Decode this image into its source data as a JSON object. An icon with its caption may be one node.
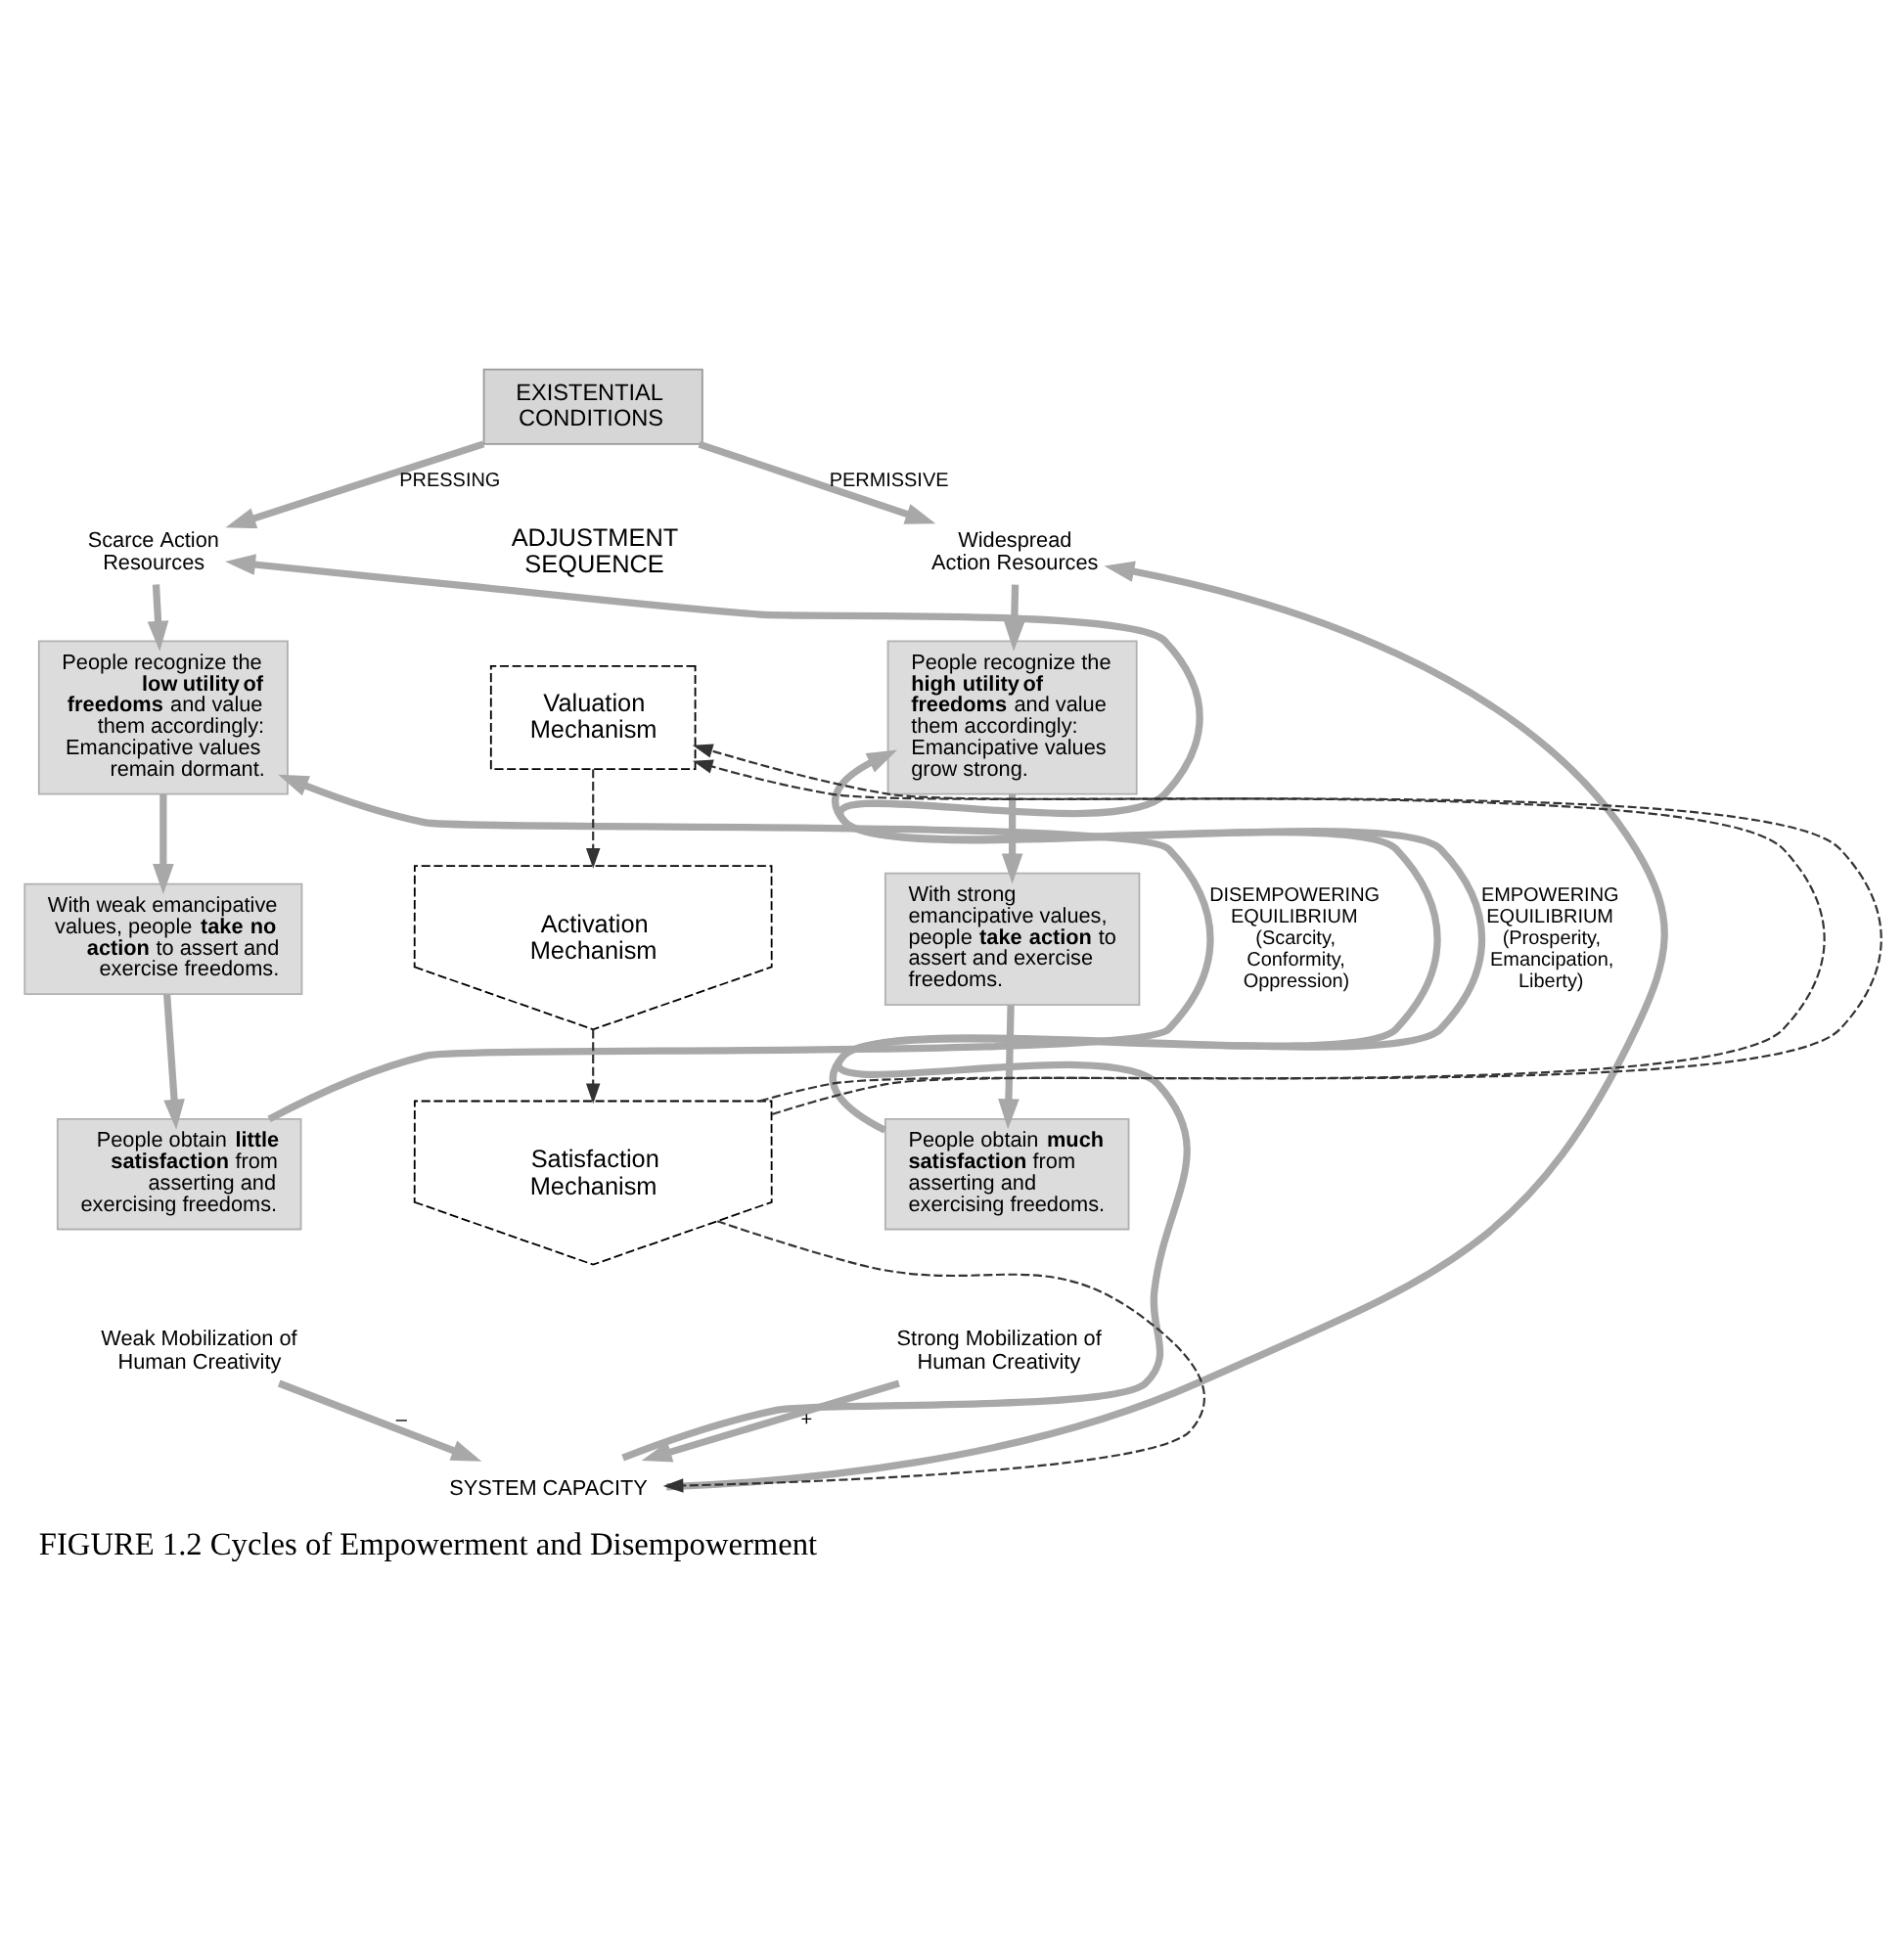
{
  "diagram": {
    "caption": "FIGURE 1.2 Cycles of Empowerment and Disempowerment",
    "nodes": [
      {
        "text": [
          "EXISTENTIAL CONDITIONS"
        ]
      },
      {
        "text": [
          "Scarce Action Resources"
        ]
      },
      {
        "text": [
          "Widespread Action Resources"
        ]
      },
      {
        "text": [
          "People recognize the **low utility of freedoms** and value them accordingly: Emancipative values remain dormant."
        ]
      },
      {
        "text": [
          "With weak emancipative values, people **take no action** to assert and exercise freedoms."
        ]
      },
      {
        "text": [
          "People obtain **little satisfaction** from asserting and exercising freedoms."
        ]
      },
      {
        "text": [
          "Weak Mobilization of Human Creativity"
        ]
      },
      {
        "text": [
          "People recognize the **high utility of freedoms** and value them accordingly: Emancipative values grow strong."
        ]
      },
      {
        "text": [
          "With strong emancipative values, people **take action** to assert and exercise freedoms."
        ]
      },
      {
        "text": [
          "People obtain **much satisfaction** from asserting and exercising freedoms."
        ]
      },
      {
        "text": [
          "Strong Mobilization of Human Creativity"
        ]
      },
      {
        "text": [
          "SYSTEM CAPACITY"
        ]
      },
      {
        "text": [
          "Valuation Mechanism"
        ]
      },
      {
        "text": [
          "Activation Mechanism"
        ]
      },
      {
        "text": [
          "Satisfaction Mechanism"
        ]
      }
    ],
    "edges": [
      {
        "from": 0,
        "to": 1,
        "arrow": "to",
        "label": "PRESSING"
      },
      {
        "from": 0,
        "to": 2,
        "arrow": "to",
        "label": "PERMISSIVE"
      },
      {
        "from": 1,
        "to": 3,
        "arrow": "to"
      },
      {
        "from": 3,
        "to": 4,
        "arrow": "to"
      },
      {
        "from": 4,
        "to": 5,
        "arrow": "to"
      },
      {
        "from": 5,
        "to": 3,
        "arrow": "to",
        "label": "DISEMPOWERING EQUILIBRIUM (Scarcity, Conformity, Oppression)"
      },
      {
        "from": 6,
        "to": 11,
        "arrow": "to",
        "label": "–"
      },
      {
        "from": 2,
        "to": 7,
        "arrow": "to"
      },
      {
        "from": 7,
        "to": 8,
        "arrow": "to"
      },
      {
        "from": 8,
        "to": 9,
        "arrow": "to"
      },
      {
        "from": 9,
        "to": 7,
        "arrow": "to",
        "label": "EMPOWERING EQUILIBRIUM (Prosperity, Emancipation, Liberty)"
      },
      {
        "from": 10,
        "to": 11,
        "arrow": "to",
        "label": "+"
      },
      {
        "from": 11,
        "to": 1,
        "arrow": "to"
      },
      {
        "from": 11,
        "to": 2,
        "arrow": "to"
      },
      {
        "from": 12,
        "to": 13,
        "arrow": "to",
        "style": "dashed",
        "color": "#333333"
      },
      {
        "from": 13,
        "to": 14,
        "arrow": "to",
        "style": "dashed",
        "color": "#333333"
      },
      {
        "from": 14,
        "to": 11,
        "arrow": "to",
        "style": "dashed",
        "color": "#333333"
      },
      {
        "from": 14,
        "to": 12,
        "arrow": "to",
        "style": "dashed",
        "color": "#333333"
      },
      {
        "from": 14,
        "to": 12,
        "arrow": "to",
        "style": "dashed",
        "color": "#333333"
      }
    ],
    "labels": [
      "ADJUSTMENT SEQUENCE"
    ]
  }
}
